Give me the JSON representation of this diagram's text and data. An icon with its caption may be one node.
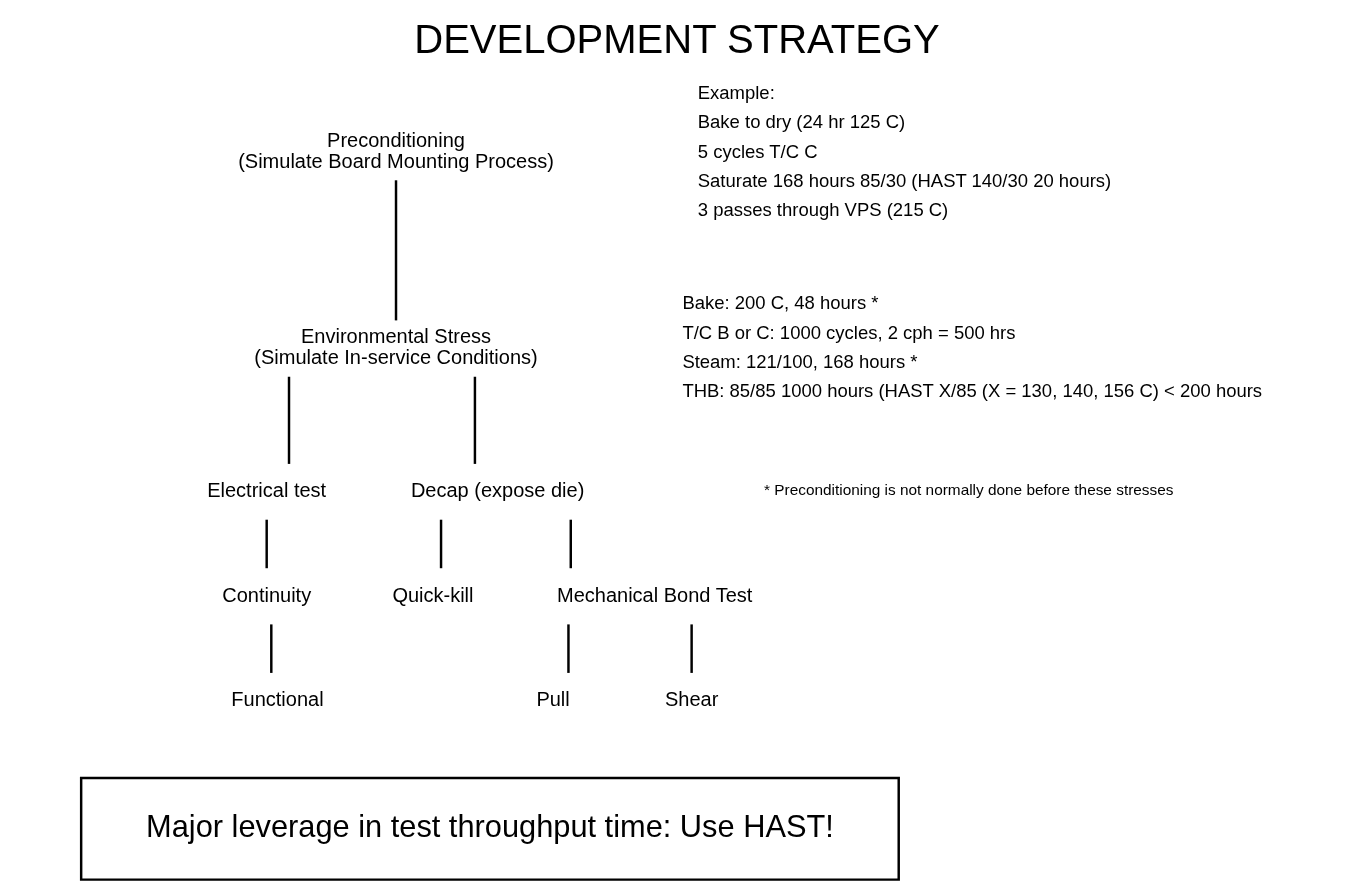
{
  "diagram": {
    "title": "DEVELOPMENT STRATEGY",
    "nodes": [
      {
        "text": [
          "Preconditioning",
          "(Simulate Board Mounting Process)"
        ],
        "beside": [
          "Example:",
          "Bake to dry (24 hr 125 C)",
          "5 cycles T/C C",
          "Saturate 168 hours 85/30 (HAST 140/30 20 hours)",
          "3 passes through VPS (215 C)"
        ]
      },
      {
        "text": [
          "Environmental Stress",
          "(Simulate In-service Conditions)"
        ],
        "beside": [
          "Bake: 200 C, 48 hours *",
          "T/C B or C: 1000 cycles, 2 cph = 500 hrs",
          "Steam: 121/100, 168 hours *",
          "THB: 85/85 1000 hours (HAST X/85 (X = 130, 140, 156 C) < 200 hours"
        ]
      },
      {
        "text": [
          "Electrical test"
        ]
      },
      {
        "text": [
          "Continuity"
        ]
      },
      {
        "text": [
          "Functional"
        ]
      },
      {
        "text": [
          "Decap (expose die)"
        ]
      },
      {
        "text": [
          "Quick-kill"
        ]
      },
      {
        "text": [
          "Mechanical Bond Test"
        ]
      },
      {
        "text": [
          "Pull"
        ]
      },
      {
        "text": [
          "Shear"
        ]
      },
      {
        "text": [
          "Major leverage in test throughput time: Use HAST!"
        ]
      }
    ],
    "edges": [
      {
        "from": 0,
        "to": 1,
        "arrow": "none"
      },
      {
        "from": 1,
        "to": 2,
        "arrow": "none"
      },
      {
        "from": 1,
        "to": 5,
        "arrow": "none"
      },
      {
        "from": 2,
        "to": 3,
        "arrow": "none"
      },
      {
        "from": 3,
        "to": 4,
        "arrow": "none"
      },
      {
        "from": 5,
        "to": 6,
        "arrow": "none"
      },
      {
        "from": 5,
        "to": 7,
        "arrow": "none"
      },
      {
        "from": 7,
        "to": 8,
        "arrow": "none"
      },
      {
        "from": 7,
        "to": 9,
        "arrow": "none"
      }
    ],
    "labels": [
      "* Preconditioning is not normally done before these stresses"
    ]
  }
}
